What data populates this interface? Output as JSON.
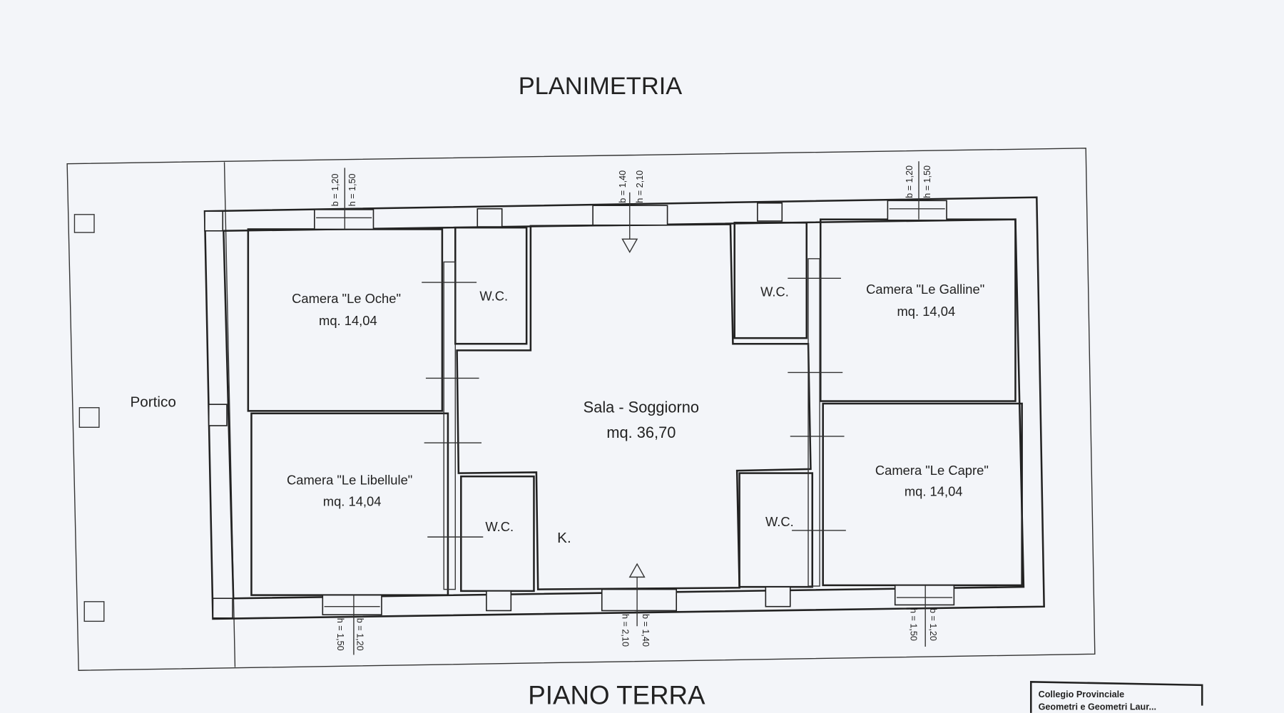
{
  "title": "PLANIMETRIA",
  "subtitle": "PIANO TERRA",
  "portico": "Portico",
  "rooms": [
    {
      "name": "Camera \"Le Oche\"",
      "area": "mq. 14,04"
    },
    {
      "name": "Camera \"Le Libellule\"",
      "area": "mq. 14,04"
    },
    {
      "name": "Camera \"Le Galline\"",
      "area": "mq. 14,04"
    },
    {
      "name": "Camera \"Le Capre\"",
      "area": "mq. 14,04"
    },
    {
      "name": "Sala - Soggiorno",
      "area": "mq. 36,70"
    }
  ],
  "wc_label": "W.C.",
  "kitchen_label": "K.",
  "window_dims": {
    "small": {
      "b": "b = 1,20",
      "h": "h = 1,50"
    },
    "door": {
      "b": "b = 1,40",
      "h": "h = 2,10"
    }
  },
  "stamp": {
    "line1": "Collegio Provinciale",
    "line2": "Geometri e Geometri Laur..."
  }
}
